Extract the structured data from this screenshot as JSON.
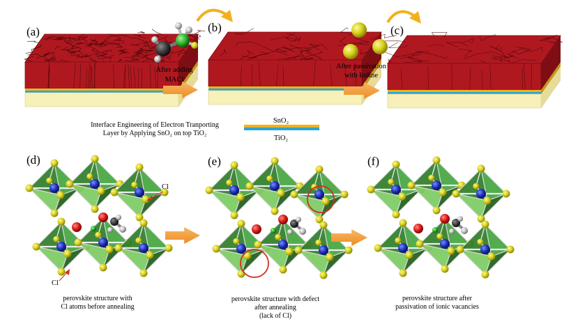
{
  "panels": {
    "a": "(a)",
    "b": "(b)",
    "c": "(c)",
    "d": "(d)",
    "e": "(e)",
    "f": "(f)"
  },
  "step_ab": {
    "line1": "After adding",
    "line2": "MACl"
  },
  "step_bc": {
    "line1": "After passivation",
    "line2": "with Iodine"
  },
  "legend": {
    "sno2": "SnO₂",
    "tio2": "TiO₂"
  },
  "interface_caption": {
    "line1": "Interface Engineering of Electron Tranporting",
    "line2": "Layer by Applying SnO₂ on top TiO₂"
  },
  "annotations": {
    "cl_top": "Cl",
    "cl_bottom": "Cl"
  },
  "captions": {
    "d": {
      "line1": "perovskite structure with",
      "line2": "Cl atoms before annealing"
    },
    "e": {
      "line1": "perovskite structure with defect",
      "line2": "after annealing",
      "line3": "(lack of Cl)"
    },
    "f": {
      "line1": "perovskite structure after",
      "line2": "passivation of ionic vacancies"
    }
  },
  "colors": {
    "perovskite": "#b01820",
    "perovskite_dark": "#7e0e14",
    "sno2": "#f2b21a",
    "tio2": "#2aa6d6",
    "substrate": "#f7f0b8",
    "arrow": "#f4a03a",
    "octahedron": "#3f9a3c",
    "atom_yellow": "#d8d21c",
    "atom_blue": "#1d2fb8",
    "atom_red": "#d61818",
    "defect_circle": "#d03020"
  }
}
